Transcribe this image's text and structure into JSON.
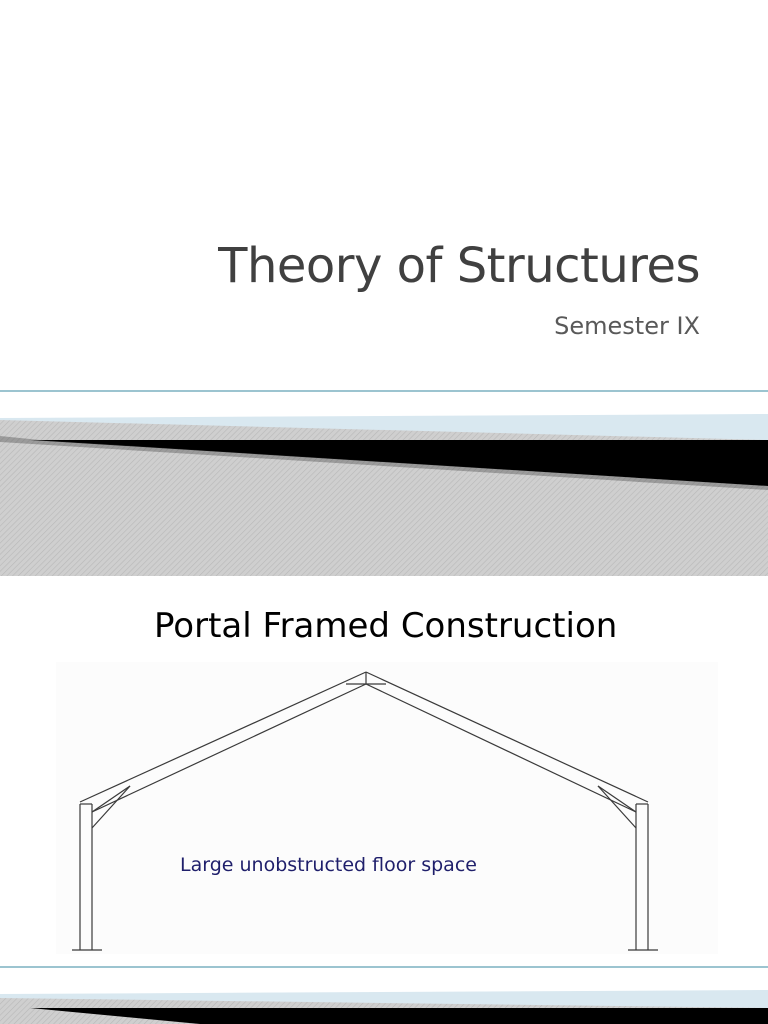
{
  "slides": [
    {
      "title": "Theory of Structures",
      "subtitle": "Semester IX"
    },
    {
      "title": "Portal Framed Construction",
      "caption": "Large unobstructed floor space"
    }
  ],
  "colors": {
    "title_text": "#404040",
    "subtitle_text": "#595959",
    "caption_text": "#1f1f6b",
    "band_gray": "#c8c8c8",
    "band_black": "#000000",
    "band_light_blue": "#d9e8f0",
    "line_teal": "#3a8aa0"
  }
}
